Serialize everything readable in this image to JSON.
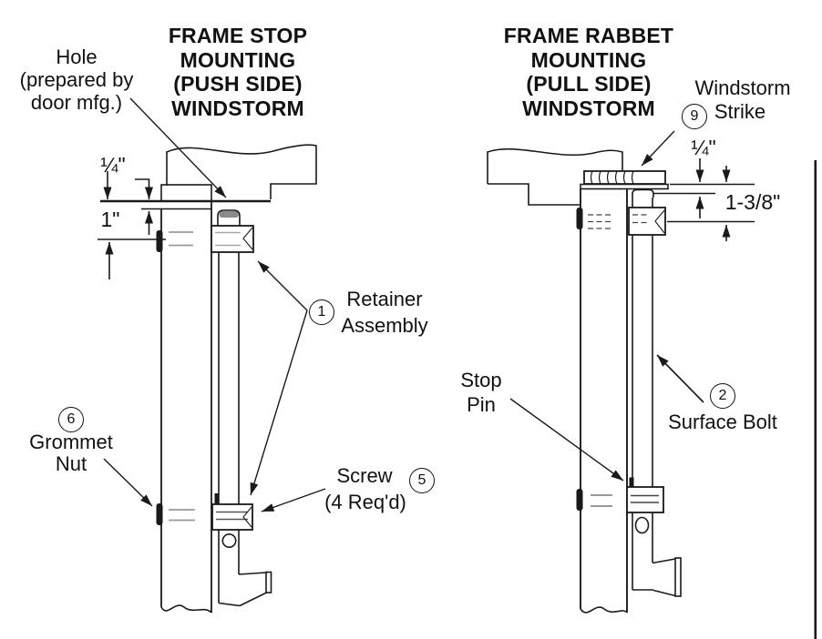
{
  "left": {
    "title": [
      "FRAME STOP",
      "MOUNTING",
      "(PUSH SIDE)",
      "WINDSTORM"
    ],
    "hole_note": [
      "Hole",
      "(prepared by",
      "door mfg.)"
    ],
    "dims": {
      "gap": "¼\"",
      "offset": "1\""
    },
    "callouts": {
      "retainer": {
        "number": "1",
        "label": [
          "Retainer",
          "Assembly"
        ]
      },
      "grommet_nut": {
        "number": "6",
        "label": [
          "Grommet",
          "Nut"
        ]
      },
      "screw": {
        "number": "5",
        "label": "Screw",
        "qty": "(4 Req'd)"
      }
    }
  },
  "right": {
    "title": [
      "FRAME RABBET",
      "MOUNTING",
      "(PULL SIDE)",
      "WINDSTORM"
    ],
    "dims": {
      "gap": "¼\"",
      "offset": "1-3/8\""
    },
    "callouts": {
      "strike": {
        "number": "9",
        "label_top": "Windstorm",
        "label": "Strike"
      },
      "surface_bolt": {
        "number": "2",
        "label": "Surface Bolt"
      },
      "stop_pin": {
        "label": [
          "Stop",
          "Pin"
        ]
      }
    }
  },
  "colors": {
    "line": "#1a1a1a",
    "background": "#ffffff",
    "shade": "#8a8a8a"
  }
}
